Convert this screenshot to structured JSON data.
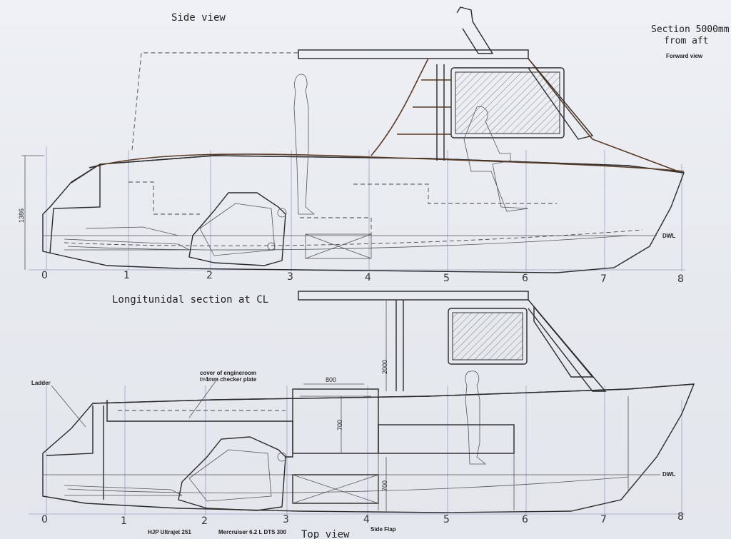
{
  "labels": {
    "side_view": "Side view",
    "section_line1": "Section 5000mm",
    "section_line2": "from aft",
    "forward_view": "Forward view",
    "longitudinal": "Longitunidal section at CL",
    "top_view": "Top view",
    "dwl": "DWL",
    "ladder": "Ladder",
    "cover_line1": "cover of engineroom",
    "cover_line2": "t=4mm checker plate",
    "engine1": "HJP Ultrajet 251",
    "engine2": "Mercruiser 6.2 L DTS 300",
    "side_flap": "Side Flap"
  },
  "dimensions": {
    "height_1386": "1386",
    "d_800": "800",
    "d_2000": "2000",
    "d_700a": "700",
    "d_700b": "700"
  },
  "stations": [
    "0",
    "1",
    "2",
    "3",
    "4",
    "5",
    "6",
    "7",
    "8"
  ]
}
